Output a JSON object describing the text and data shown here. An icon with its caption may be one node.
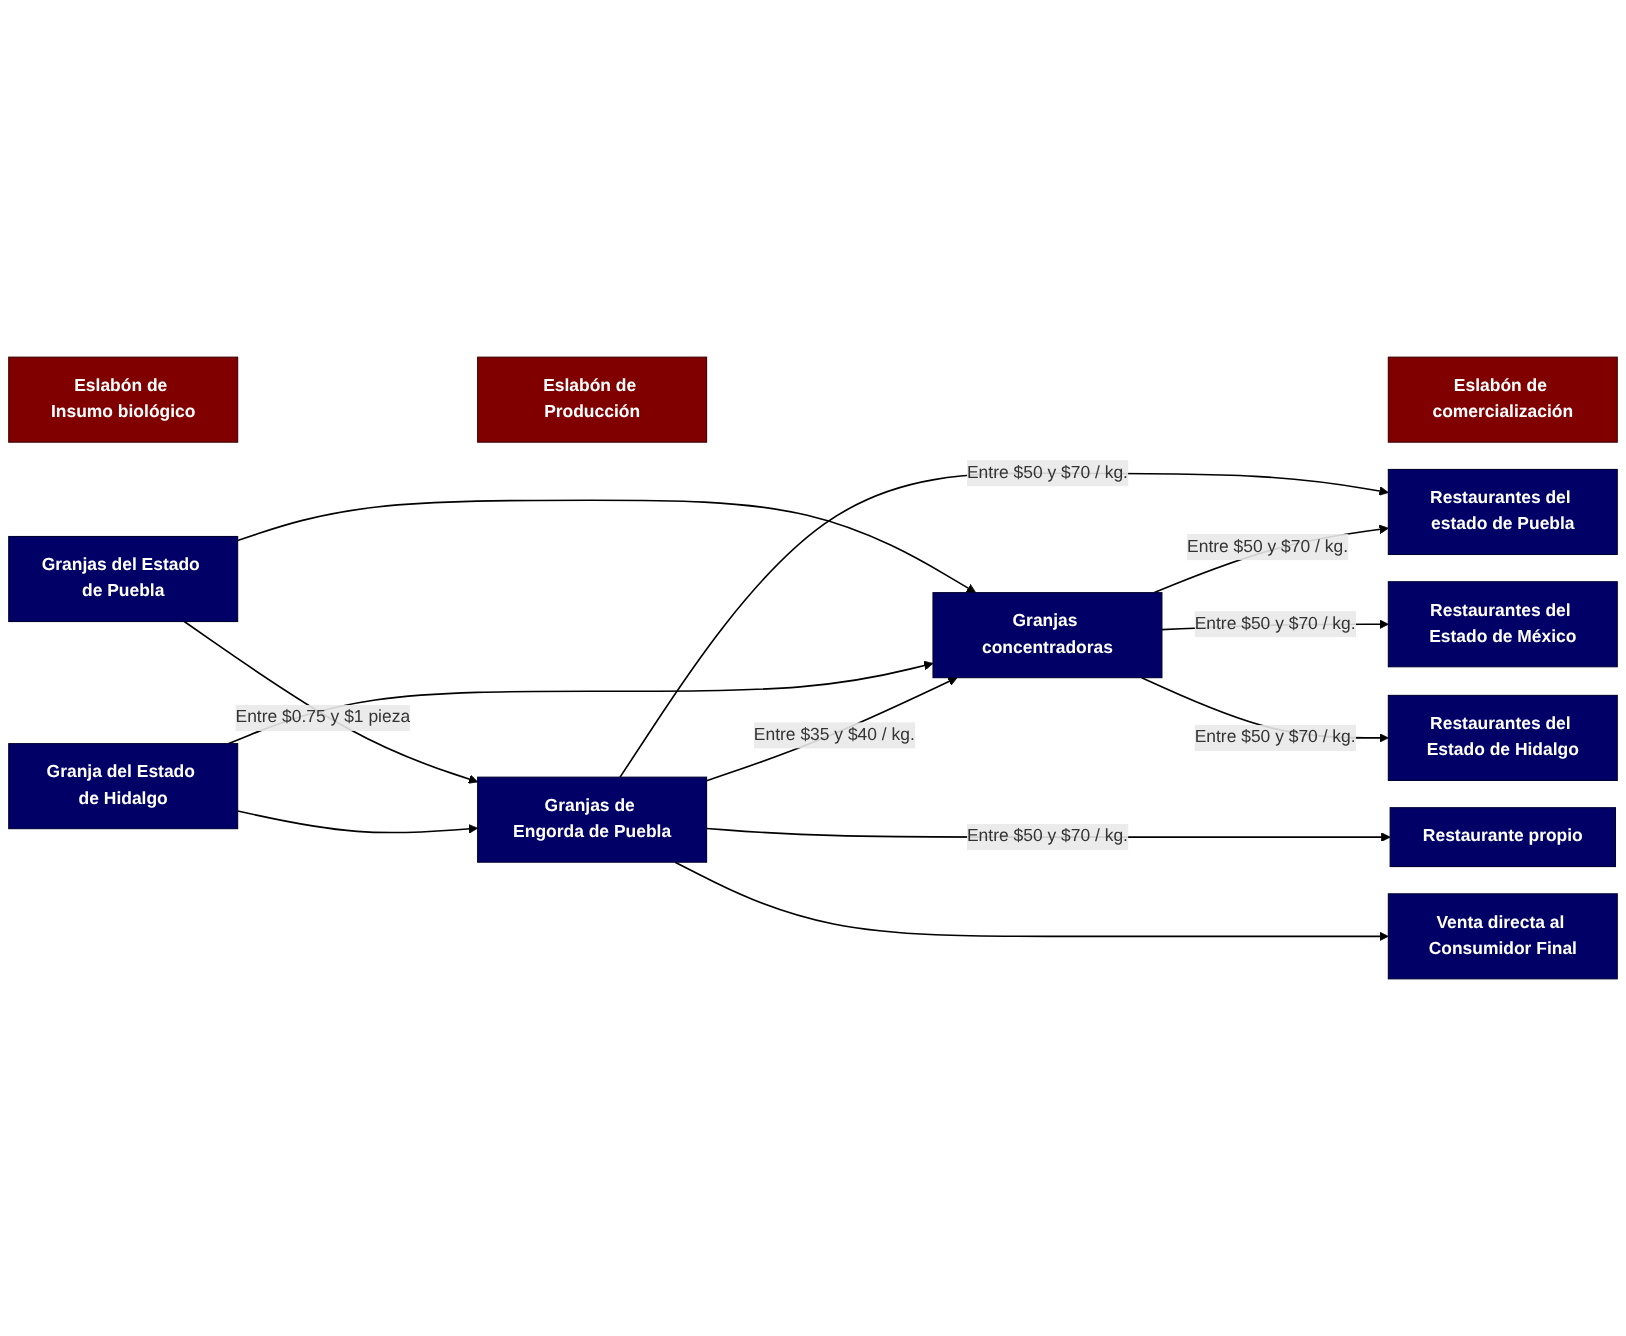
{
  "diagram": {
    "nodes": [
      {
        "text": [
          "Eslabón de Insumo biológico"
        ]
      },
      {
        "text": [
          "Eslabón de Producción"
        ]
      },
      {
        "text": [
          "Eslabón de comercialización"
        ]
      },
      {
        "text": [
          "Granjas del Estado de Puebla"
        ]
      },
      {
        "text": [
          "Granjas de Engorda de Puebla"
        ]
      },
      {
        "text": [
          "Restaurante propio"
        ]
      },
      {
        "text": [
          "Restaurantes del estado de Puebla"
        ]
      },
      {
        "text": [
          "Granja del Estado de Hidalgo"
        ]
      },
      {
        "text": [
          "Granjas concentradoras"
        ]
      },
      {
        "text": [
          "Venta directa al Consumidor Final"
        ]
      },
      {
        "text": [
          "Restaurantes del Estado de México"
        ]
      },
      {
        "text": [
          "Restaurantes del Estado de Hidalgo"
        ]
      }
    ],
    "edges": [
      {
        "from": 3,
        "to": 4,
        "arrow": "to",
        "label": "Entre $0.75 y $1 pieza"
      },
      {
        "from": 3,
        "to": 8,
        "arrow": "to"
      },
      {
        "from": 7,
        "to": 4,
        "arrow": "to"
      },
      {
        "from": 7,
        "to": 8,
        "arrow": "to"
      },
      {
        "from": 4,
        "to": 8,
        "arrow": "to",
        "label": "Entre $35 y $40 / kg."
      },
      {
        "from": 4,
        "to": 5,
        "arrow": "to",
        "label": "Entre $50 y $70 / kg."
      },
      {
        "from": 4,
        "to": 6,
        "arrow": "to",
        "label": "Entre $50 y $70 / kg."
      },
      {
        "from": 4,
        "to": 9,
        "arrow": "to"
      },
      {
        "from": 8,
        "to": 6,
        "arrow": "to",
        "label": "Entre $50 y $70 / kg."
      },
      {
        "from": 8,
        "to": 10,
        "arrow": "to",
        "label": "Entre $50 y $70 / kg."
      },
      {
        "from": 8,
        "to": 11,
        "arrow": "to",
        "label": "Entre $50 y $70 / kg."
      }
    ]
  }
}
